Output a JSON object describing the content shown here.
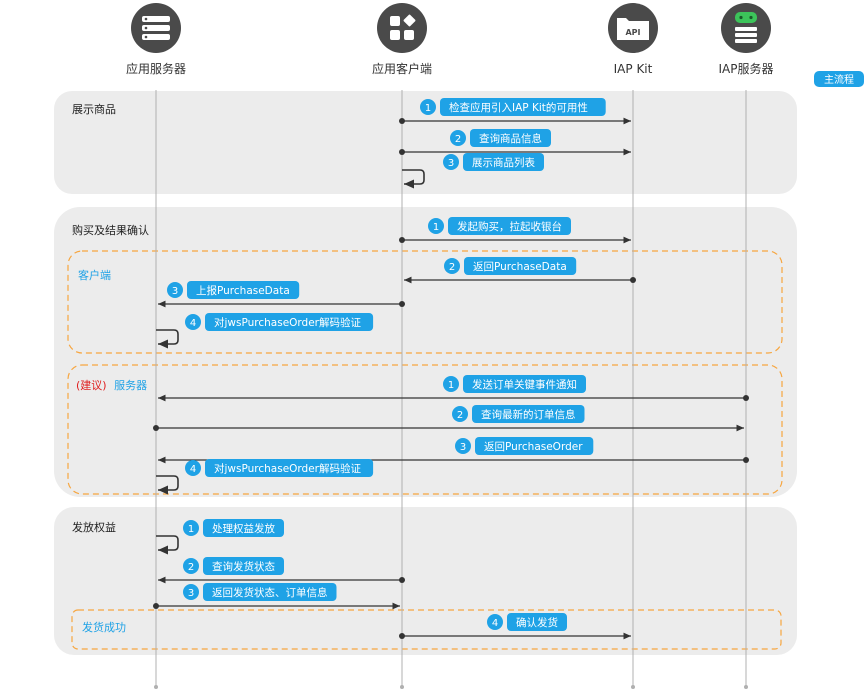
{
  "participants": [
    {
      "id": "app_server",
      "label": "应用服务器",
      "icon": "server-icon"
    },
    {
      "id": "app_client",
      "label": "应用客户端",
      "icon": "app-grid-icon"
    },
    {
      "id": "iap_kit",
      "label": "IAP Kit",
      "icon": "api-folder-icon",
      "icon_text": "API"
    },
    {
      "id": "iap_server",
      "label": "IAP服务器",
      "icon": "server-gamepad-icon"
    }
  ],
  "legend": {
    "label": "主流程",
    "color": "#1fa2e6"
  },
  "colors": {
    "badge": "#1fa2e6",
    "panel": "#ececec",
    "dashed": "#f7a640",
    "lifeline": "#b0b0b0",
    "arrow": "#333333",
    "suggest": "#e02020"
  },
  "sections": [
    {
      "id": "show",
      "title": "展示商品"
    },
    {
      "id": "buy",
      "title": "购买及结果确认",
      "subgroups": [
        {
          "id": "client",
          "title": "客户端"
        },
        {
          "id": "server",
          "title_prefix": "(建议)",
          "title": "服务器"
        }
      ]
    },
    {
      "id": "grant",
      "title": "发放权益",
      "subgroups": [
        {
          "id": "success",
          "title": "发货成功"
        }
      ]
    }
  ],
  "messages": [
    {
      "section": "show",
      "num": "1",
      "text": "检查应用引入IAP Kit的可用性",
      "from": "app_client",
      "to": "iap_kit"
    },
    {
      "section": "show",
      "num": "2",
      "text": "查询商品信息",
      "from": "app_client",
      "to": "iap_kit"
    },
    {
      "section": "show",
      "num": "3",
      "text": "展示商品列表",
      "from": "app_client",
      "to": "app_client"
    },
    {
      "section": "buy",
      "num": "1",
      "text": "发起购买，拉起收银台",
      "from": "app_client",
      "to": "iap_kit"
    },
    {
      "section": "client",
      "num": "2",
      "text": "返回PurchaseData",
      "from": "iap_kit",
      "to": "app_client"
    },
    {
      "section": "client",
      "num": "3",
      "text": "上报PurchaseData",
      "from": "app_client",
      "to": "app_server"
    },
    {
      "section": "client",
      "num": "4",
      "text": "对jwsPurchaseOrder解码验证",
      "from": "app_server",
      "to": "app_server"
    },
    {
      "section": "server",
      "num": "1",
      "text": "发送订单关键事件通知",
      "from": "iap_server",
      "to": "app_server"
    },
    {
      "section": "server",
      "num": "2",
      "text": "查询最新的订单信息",
      "from": "app_server",
      "to": "iap_server"
    },
    {
      "section": "server",
      "num": "3",
      "text": "返回PurchaseOrder",
      "from": "iap_server",
      "to": "app_server"
    },
    {
      "section": "server",
      "num": "4",
      "text": "对jwsPurchaseOrder解码验证",
      "from": "app_server",
      "to": "app_server"
    },
    {
      "section": "grant",
      "num": "1",
      "text": "处理权益发放",
      "from": "app_server",
      "to": "app_server"
    },
    {
      "section": "grant",
      "num": "2",
      "text": "查询发货状态",
      "from": "app_client",
      "to": "app_server"
    },
    {
      "section": "grant",
      "num": "3",
      "text": "返回发货状态、订单信息",
      "from": "app_server",
      "to": "app_client"
    },
    {
      "section": "success",
      "num": "4",
      "text": "确认发货",
      "from": "app_client",
      "to": "iap_kit"
    }
  ]
}
